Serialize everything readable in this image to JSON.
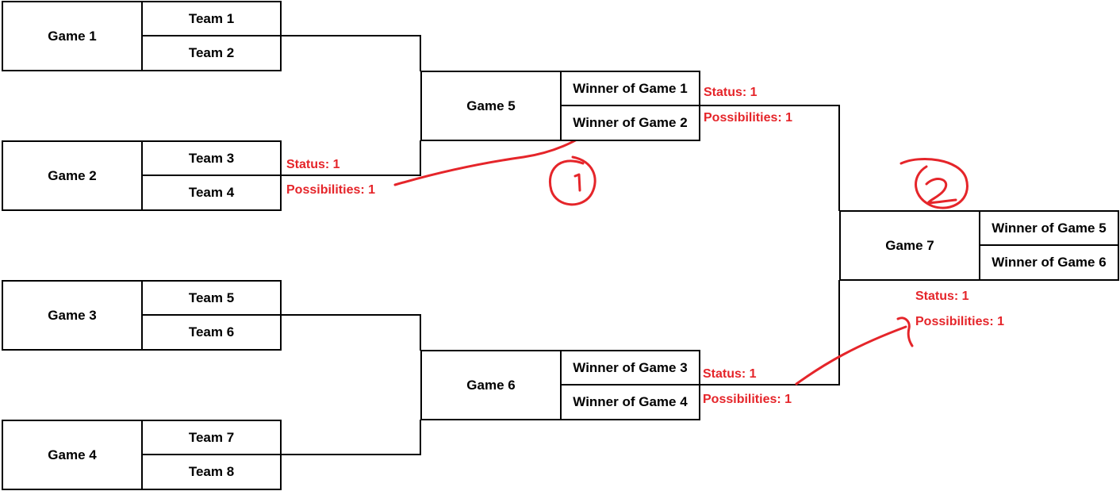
{
  "games": {
    "g1": {
      "label": "Game 1",
      "teams": [
        "Team 1",
        "Team 2"
      ]
    },
    "g2": {
      "label": "Game 2",
      "teams": [
        "Team 3",
        "Team 4"
      ]
    },
    "g3": {
      "label": "Game 3",
      "teams": [
        "Team 5",
        "Team 6"
      ]
    },
    "g4": {
      "label": "Game 4",
      "teams": [
        "Team 7",
        "Team 8"
      ]
    },
    "g5": {
      "label": "Game 5",
      "teams": [
        "Winner of Game 1",
        "Winner of Game 2"
      ]
    },
    "g6": {
      "label": "Game 6",
      "teams": [
        "Winner of Game 3",
        "Winner of Game 4"
      ]
    },
    "g7": {
      "label": "Game 7",
      "teams": [
        "Winner of Game 5",
        "Winner of Game 6"
      ]
    }
  },
  "annotations": {
    "a_g2": {
      "status": "Status: 1",
      "possibilities": "Possibilities: 1"
    },
    "a_g5": {
      "status": "Status: 1",
      "possibilities": "Possibilities: 1"
    },
    "a_g6": {
      "status": "Status: 1",
      "possibilities": "Possibilities: 1"
    },
    "a_g7": {
      "status": "Status: 1",
      "possibilities": "Possibilities: 1"
    }
  },
  "colors": {
    "line": "#000000",
    "annotation": "#e5252a"
  }
}
